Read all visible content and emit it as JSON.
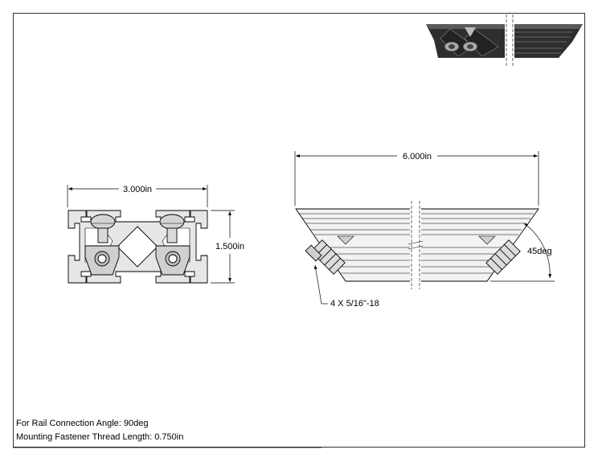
{
  "dimensions": {
    "end_width": "3.000in",
    "end_height": "1.500in",
    "side_length": "6.000in",
    "angle": "45deg",
    "fastener_callout": "4 X 5/16\"-18"
  },
  "notes": {
    "rail_angle": "For Rail Connection Angle: 90deg",
    "thread_length": "Mounting Fastener Thread Length: 0.750in"
  }
}
